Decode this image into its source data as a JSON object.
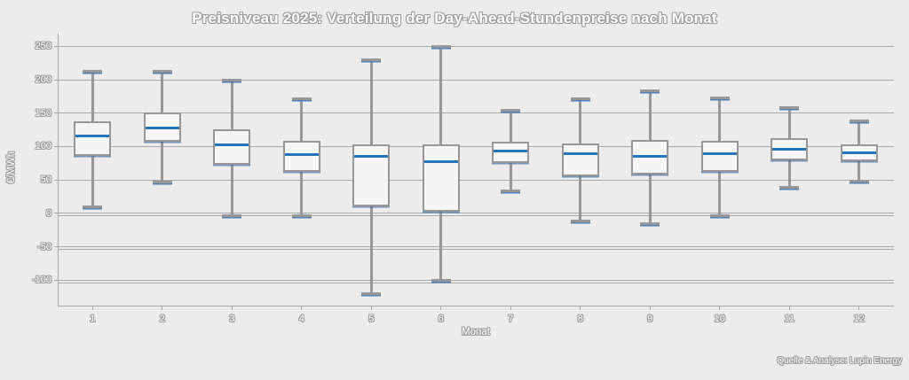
{
  "figure": {
    "source_note": "Quelle & Analyse: Lupin Energy"
  },
  "colors": {
    "background": "#ececec",
    "grid": "#a9a9a9",
    "box_border": "#979797",
    "box_fill": "#f5f5f5",
    "median_blue": "#2776bb",
    "cap_accent_blue": "#4f82b4",
    "text_fill": "#ffffff",
    "text_outline": "#9d9d9d"
  },
  "chart_data": {
    "type": "boxplot",
    "title": "Preisniveau 2025: Verteilung der Day-Ahead-Stundenpreise nach Monat",
    "xlabel": "Monat",
    "ylabel": "€/MWh",
    "categories": [
      "1",
      "2",
      "3",
      "4",
      "5",
      "6",
      "7",
      "8",
      "9",
      "10",
      "11",
      "12"
    ],
    "yticks": [
      250,
      200,
      150,
      100,
      50,
      0,
      -50,
      -100
    ],
    "double_rule_yticks": [
      0,
      -50,
      -100
    ],
    "ylim": [
      -138,
      269
    ],
    "grid": "horizontal",
    "legend": "none",
    "series": [
      {
        "month": "1",
        "min": 10,
        "q1": 86,
        "median": 116,
        "q3": 138,
        "max": 212
      },
      {
        "month": "2",
        "min": 47,
        "q1": 107,
        "median": 128,
        "q3": 151,
        "max": 213
      },
      {
        "month": "3",
        "min": -3,
        "q1": 73,
        "median": 103,
        "q3": 126,
        "max": 200
      },
      {
        "month": "4",
        "min": -3,
        "q1": 62,
        "median": 88,
        "q3": 108,
        "max": 172
      },
      {
        "month": "5",
        "min": -120,
        "q1": 10,
        "median": 86,
        "q3": 103,
        "max": 230
      },
      {
        "month": "6",
        "min": -100,
        "q1": 2,
        "median": 77,
        "q3": 103,
        "max": 250
      },
      {
        "month": "7",
        "min": 34,
        "q1": 76,
        "median": 93,
        "q3": 107,
        "max": 154
      },
      {
        "month": "8",
        "min": -12,
        "q1": 56,
        "median": 90,
        "q3": 105,
        "max": 172
      },
      {
        "month": "9",
        "min": -15,
        "q1": 58,
        "median": 86,
        "q3": 110,
        "max": 183
      },
      {
        "month": "10",
        "min": -3,
        "q1": 62,
        "median": 90,
        "q3": 108,
        "max": 173
      },
      {
        "month": "11",
        "min": 39,
        "q1": 80,
        "median": 96,
        "q3": 113,
        "max": 158
      },
      {
        "month": "12",
        "min": 48,
        "q1": 78,
        "median": 91,
        "q3": 103,
        "max": 138
      }
    ]
  }
}
